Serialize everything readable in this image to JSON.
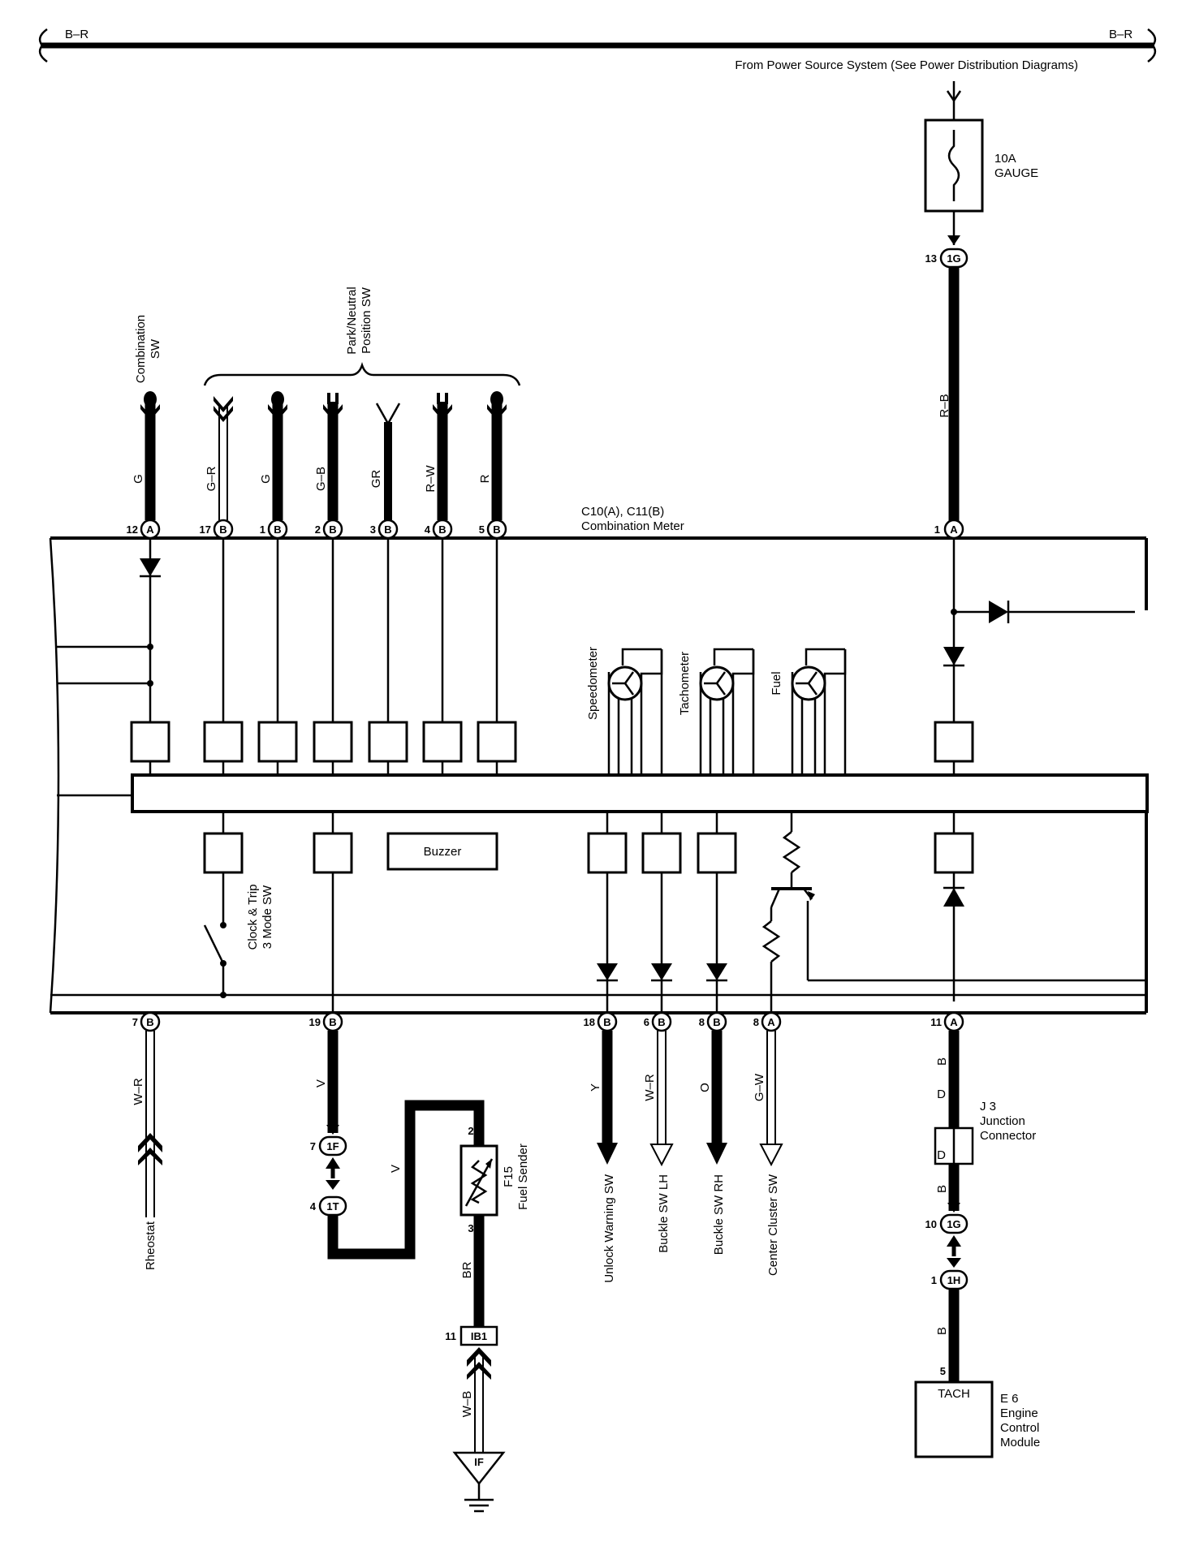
{
  "bus": {
    "left_label": "B–R",
    "right_label": "B–R"
  },
  "power_note": "From Power Source System  (See Power Distribution Diagrams)",
  "fuse": {
    "rating": "10A",
    "name": "GAUGE"
  },
  "fuse_conn": {
    "pin": "13",
    "id": "1G"
  },
  "wire_rb": "R–B",
  "meter": {
    "id": "C10(A), C11(B)",
    "name": "Combination Meter"
  },
  "top_inputs": {
    "combination_sw": {
      "l1": "Combination",
      "l2": "SW"
    },
    "pnp_sw": {
      "l1": "Park/Neutral",
      "l2": "Position SW"
    },
    "pins": [
      {
        "pin": "12",
        "conn": "A",
        "color": "G"
      },
      {
        "pin": "17",
        "conn": "B",
        "color": "G–R"
      },
      {
        "pin": "1",
        "conn": "B",
        "color": "G"
      },
      {
        "pin": "2",
        "conn": "B",
        "color": "G–B"
      },
      {
        "pin": "3",
        "conn": "B",
        "color": "GR"
      },
      {
        "pin": "4",
        "conn": "B",
        "color": "R–W"
      },
      {
        "pin": "5",
        "conn": "B",
        "color": "R"
      }
    ],
    "right_pin": {
      "pin": "1",
      "conn": "A"
    }
  },
  "gauges": [
    "Speedometer",
    "Tachometer",
    "Fuel"
  ],
  "buzzer": "Buzzer",
  "clock_sw": {
    "l1": "Clock & Trip",
    "l2": "3 Mode SW"
  },
  "bottom": {
    "rheostat": {
      "pin": "7",
      "conn": "B",
      "color": "W–R",
      "label": "Rheostat"
    },
    "fuel": {
      "pin": "19",
      "conn": "B",
      "color": "V",
      "color2": "V",
      "c1_pin": "7",
      "c1": "1F",
      "c2_pin": "4",
      "c2": "1T"
    },
    "sender": {
      "id": "F15",
      "name": "Fuel Sender",
      "pin_top": "2",
      "pin_bot": "3",
      "color": "BR",
      "ib_pin": "11",
      "ib": "IB1",
      "gnd_color": "W–B",
      "ground": "IF"
    },
    "switches": [
      {
        "pin": "18",
        "conn": "B",
        "color": "Y",
        "label": "Unlock Warning SW"
      },
      {
        "pin": "6",
        "conn": "B",
        "color": "W–R",
        "label": "Buckle SW LH"
      },
      {
        "pin": "8",
        "conn": "B",
        "color": "O",
        "label": "Buckle SW RH"
      },
      {
        "pin": "8",
        "conn": "A",
        "color": "G–W",
        "label": "Center Cluster SW"
      }
    ],
    "tach": {
      "pin": "11",
      "conn": "A",
      "c1": "B",
      "jc_top": "D",
      "jc_bot": "D",
      "jc_id": "J 3",
      "jc_l1": "Junction",
      "jc_l2": "Connector",
      "c2": "B",
      "g_pin": "10",
      "g": "1G",
      "h_pin": "1",
      "h": "1H",
      "c3": "B",
      "ecm_pin": "5",
      "ecm_label": "TACH",
      "ecm_id": "E 6",
      "ecm_l1": "Engine",
      "ecm_l2": "Control",
      "ecm_l3": "Module"
    }
  }
}
